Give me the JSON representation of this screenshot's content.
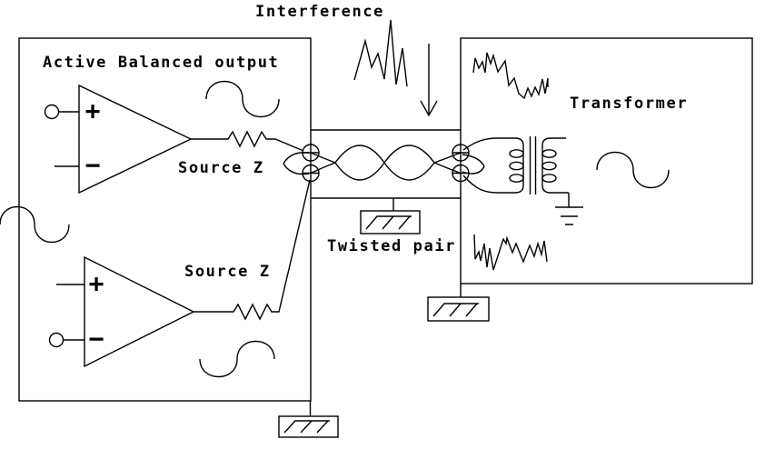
{
  "labels": {
    "interference": "Interference",
    "active_balanced_output": "Active Balanced output",
    "transformer": "Transformer",
    "source_z_top": "Source Z",
    "source_z_bottom": "Source Z",
    "twisted_pair": "Twisted pair"
  },
  "opamps": {
    "top": {
      "plus": "+",
      "minus": "−"
    },
    "bottom": {
      "plus": "+",
      "minus": "−"
    }
  },
  "symbols": [
    "op-amp-triangle",
    "resistor-zigzag",
    "sine-wave",
    "noise-wave",
    "interference-arrow",
    "twisted-pair-cable",
    "connector-node",
    "transformer-windings",
    "transformer-core",
    "earth-ground",
    "chassis-ground-box"
  ],
  "colors": {
    "line": "#000000",
    "background": "#ffffff"
  }
}
